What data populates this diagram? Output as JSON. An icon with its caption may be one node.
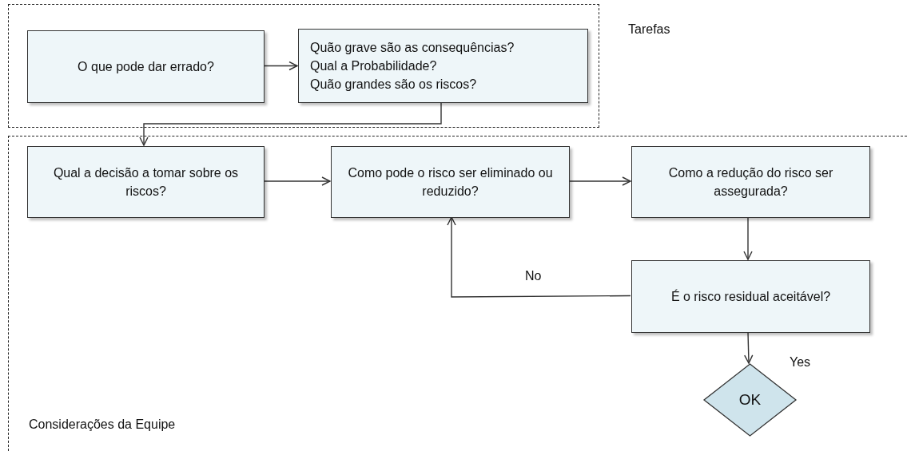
{
  "diagram": {
    "nodes": [
      {
        "text": [
          "Tarefas"
        ]
      },
      {
        "text": [
          "O que pode dar errado?"
        ],
        "in": 0
      },
      {
        "text": [
          "Quão grave são as consequências?",
          "Qual a Probabilidade?",
          "Quão grandes são os riscos?"
        ],
        "in": 0
      },
      {
        "text": [
          "Considerações da Equipe"
        ]
      },
      {
        "text": [
          "Qual a decisão a tomar sobre os riscos?"
        ],
        "in": 3
      },
      {
        "text": [
          "Como pode o risco ser eliminado ou reduzido?"
        ],
        "in": 3
      },
      {
        "text": [
          "Como a redução do risco ser assegurada?"
        ],
        "in": 3
      },
      {
        "text": [
          "É o risco residual aceitável?"
        ],
        "in": 3
      },
      {
        "text": [
          "OK"
        ],
        "in": 3
      }
    ],
    "edges": [
      {
        "from": 1,
        "to": 2,
        "arrow": "to"
      },
      {
        "from": 2,
        "to": 4,
        "arrow": "to"
      },
      {
        "from": 4,
        "to": 5,
        "arrow": "to"
      },
      {
        "from": 5,
        "to": 6,
        "arrow": "to"
      },
      {
        "from": 6,
        "to": 7,
        "arrow": "to"
      },
      {
        "from": 7,
        "to": 5,
        "arrow": "to",
        "label": "No"
      },
      {
        "from": 7,
        "to": 8,
        "arrow": "to",
        "label": "Yes"
      }
    ]
  }
}
